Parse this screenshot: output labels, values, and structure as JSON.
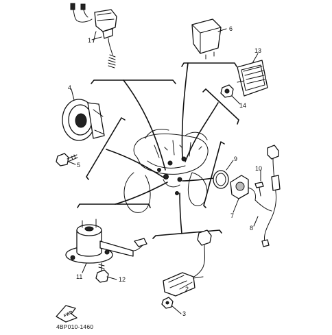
{
  "diagram": {
    "part_numbers": [
      "1",
      "2",
      "3",
      "4",
      "5",
      "6",
      "7",
      "8",
      "9",
      "10",
      "11",
      "12",
      "13",
      "14"
    ],
    "catalog_code": "4BP010-1460",
    "direction_mark": "FWD"
  }
}
